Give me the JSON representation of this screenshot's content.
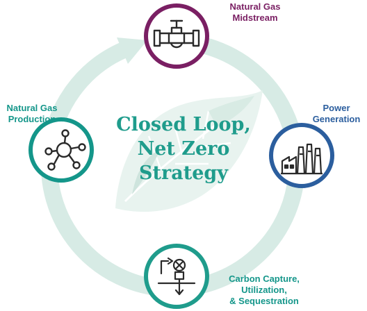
{
  "title": [
    "Closed Loop,",
    "Net Zero",
    "Strategy"
  ],
  "nodes": {
    "midstream": {
      "label": [
        "Natural Gas",
        "Midstream"
      ],
      "icon": "pipeline-valve-icon",
      "color": "#7a1f63"
    },
    "power": {
      "label": [
        "Power",
        "Generation"
      ],
      "icon": "power-plant-icon",
      "color": "#2b5e9e"
    },
    "carbon": {
      "label": [
        "Carbon Capture,",
        "Utilization,",
        "& Sequestration"
      ],
      "icon": "carbon-capture-icon",
      "color": "#1f9c8c"
    },
    "production": {
      "label": [
        "Natural Gas",
        "Production"
      ],
      "icon": "molecule-network-icon",
      "color": "#14968a"
    }
  },
  "colors": {
    "ring": "#d7ebe5",
    "leaf_light": "#e6f2ee",
    "leaf_dark": "#c9e2da",
    "icon_stroke": "#2a2a2a"
  }
}
